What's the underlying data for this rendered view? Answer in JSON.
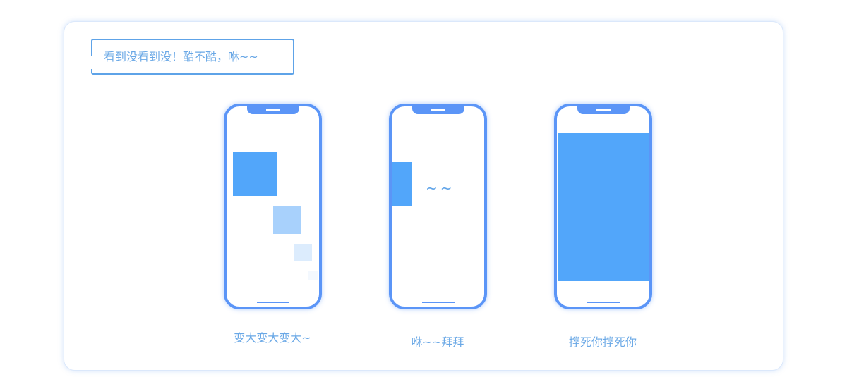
{
  "bubble_text": "看到没看到没！酷不酷，咻~~",
  "phones": [
    {
      "label": "变大变大变大~"
    },
    {
      "label": "咻~~拜拜",
      "screen_text": "~~"
    },
    {
      "label": "撑死你撑死你"
    }
  ],
  "colors": {
    "frame": "#5b95f7",
    "fill": "#52a6fa",
    "text": "#6aa8e6"
  }
}
